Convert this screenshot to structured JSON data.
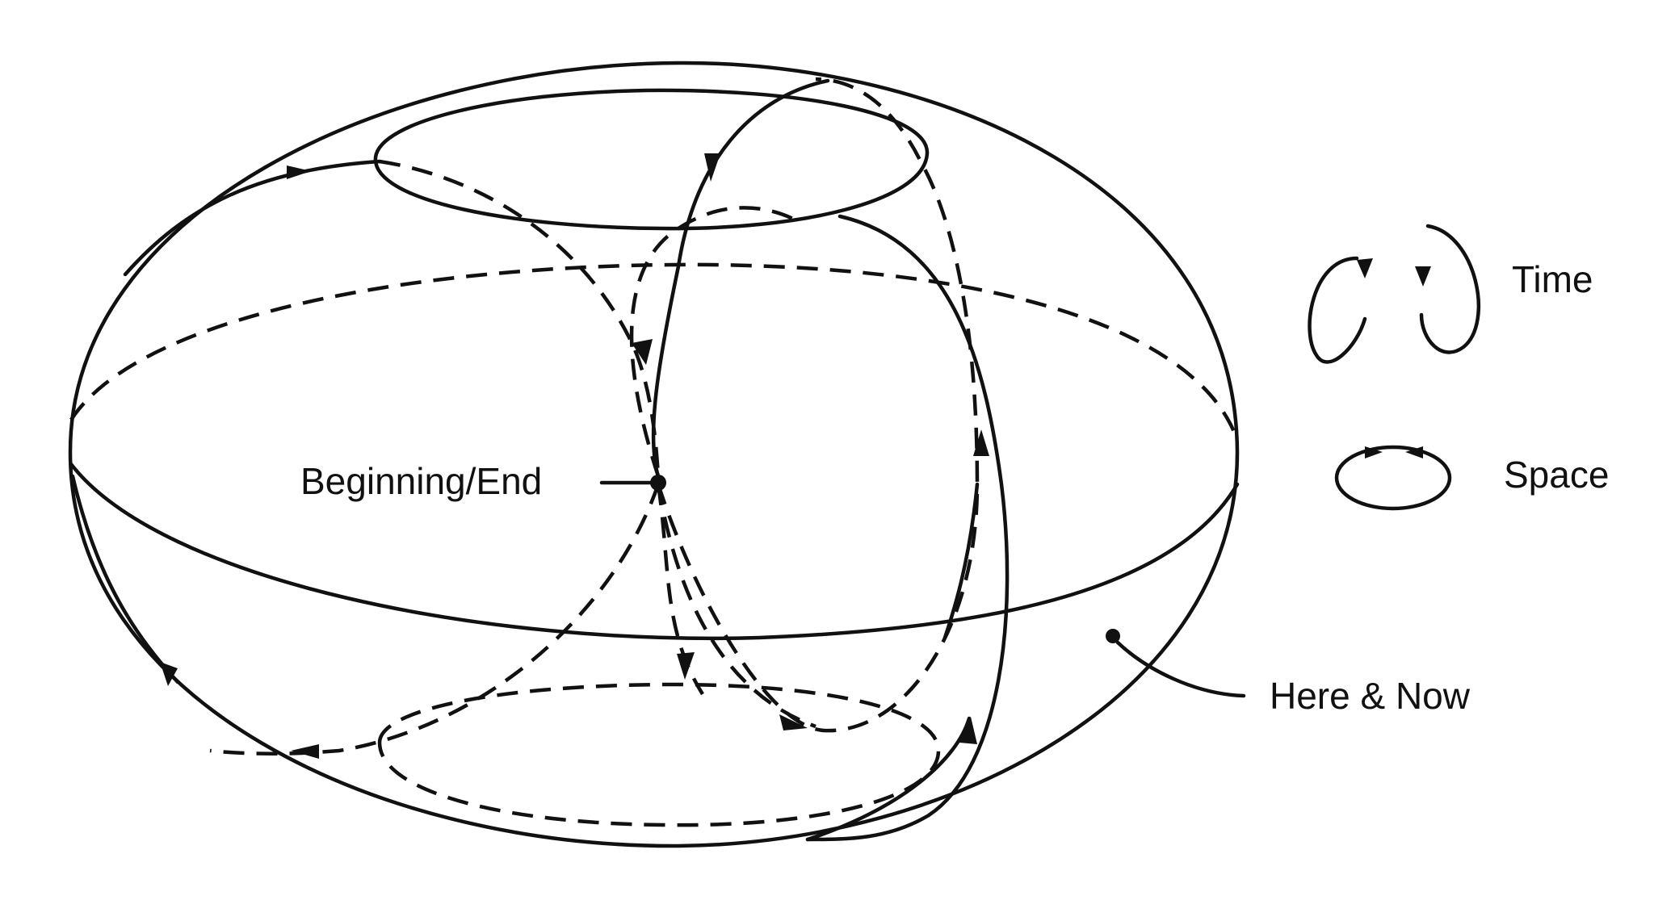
{
  "labels": {
    "beginning_end": "Beginning/End",
    "here_now": "Here & Now",
    "legend_time": "Time",
    "legend_space": "Space"
  },
  "colors": {
    "ink": "#111111",
    "background": "#ffffff"
  }
}
